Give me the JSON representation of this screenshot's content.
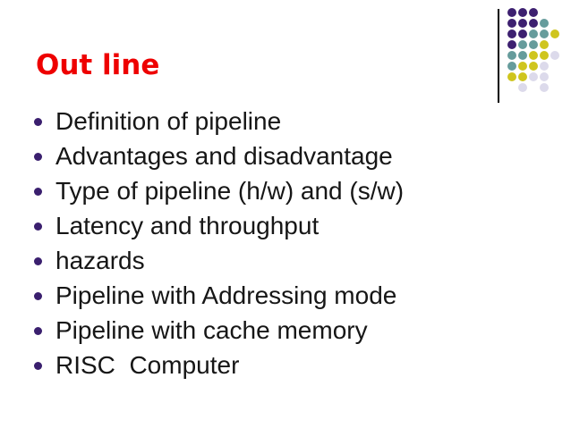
{
  "slide": {
    "title": "Out line",
    "title_color": "#ee0000",
    "text_color": "#161616",
    "bullet_color": "#3a1f6e",
    "bullets": [
      "Definition of pipeline",
      "Advantages and disadvantage",
      "Type of pipeline (h/w) and (s/w)",
      "Latency and throughput",
      "hazards",
      "Pipeline with Addressing mode",
      "Pipeline with cache memory",
      "RISC  Computer"
    ]
  },
  "decoration": {
    "line_color": "#000000",
    "colors": {
      "P": "#3d2070",
      "T": "#669c9c",
      "Y": "#cfc51e",
      "L": "#dcdaeb"
    },
    "dot_rows": [
      [
        "P",
        "P",
        "P",
        null,
        null
      ],
      [
        "P",
        "P",
        "P",
        "T",
        null
      ],
      [
        "P",
        "P",
        "T",
        "T",
        "Y"
      ],
      [
        "P",
        "T",
        "T",
        "Y",
        null
      ],
      [
        "T",
        "T",
        "Y",
        "Y",
        "L"
      ],
      [
        "T",
        "Y",
        "Y",
        "L",
        null
      ],
      [
        "Y",
        "Y",
        "L",
        "L",
        null
      ],
      [
        null,
        "L",
        null,
        "L",
        null
      ]
    ]
  }
}
